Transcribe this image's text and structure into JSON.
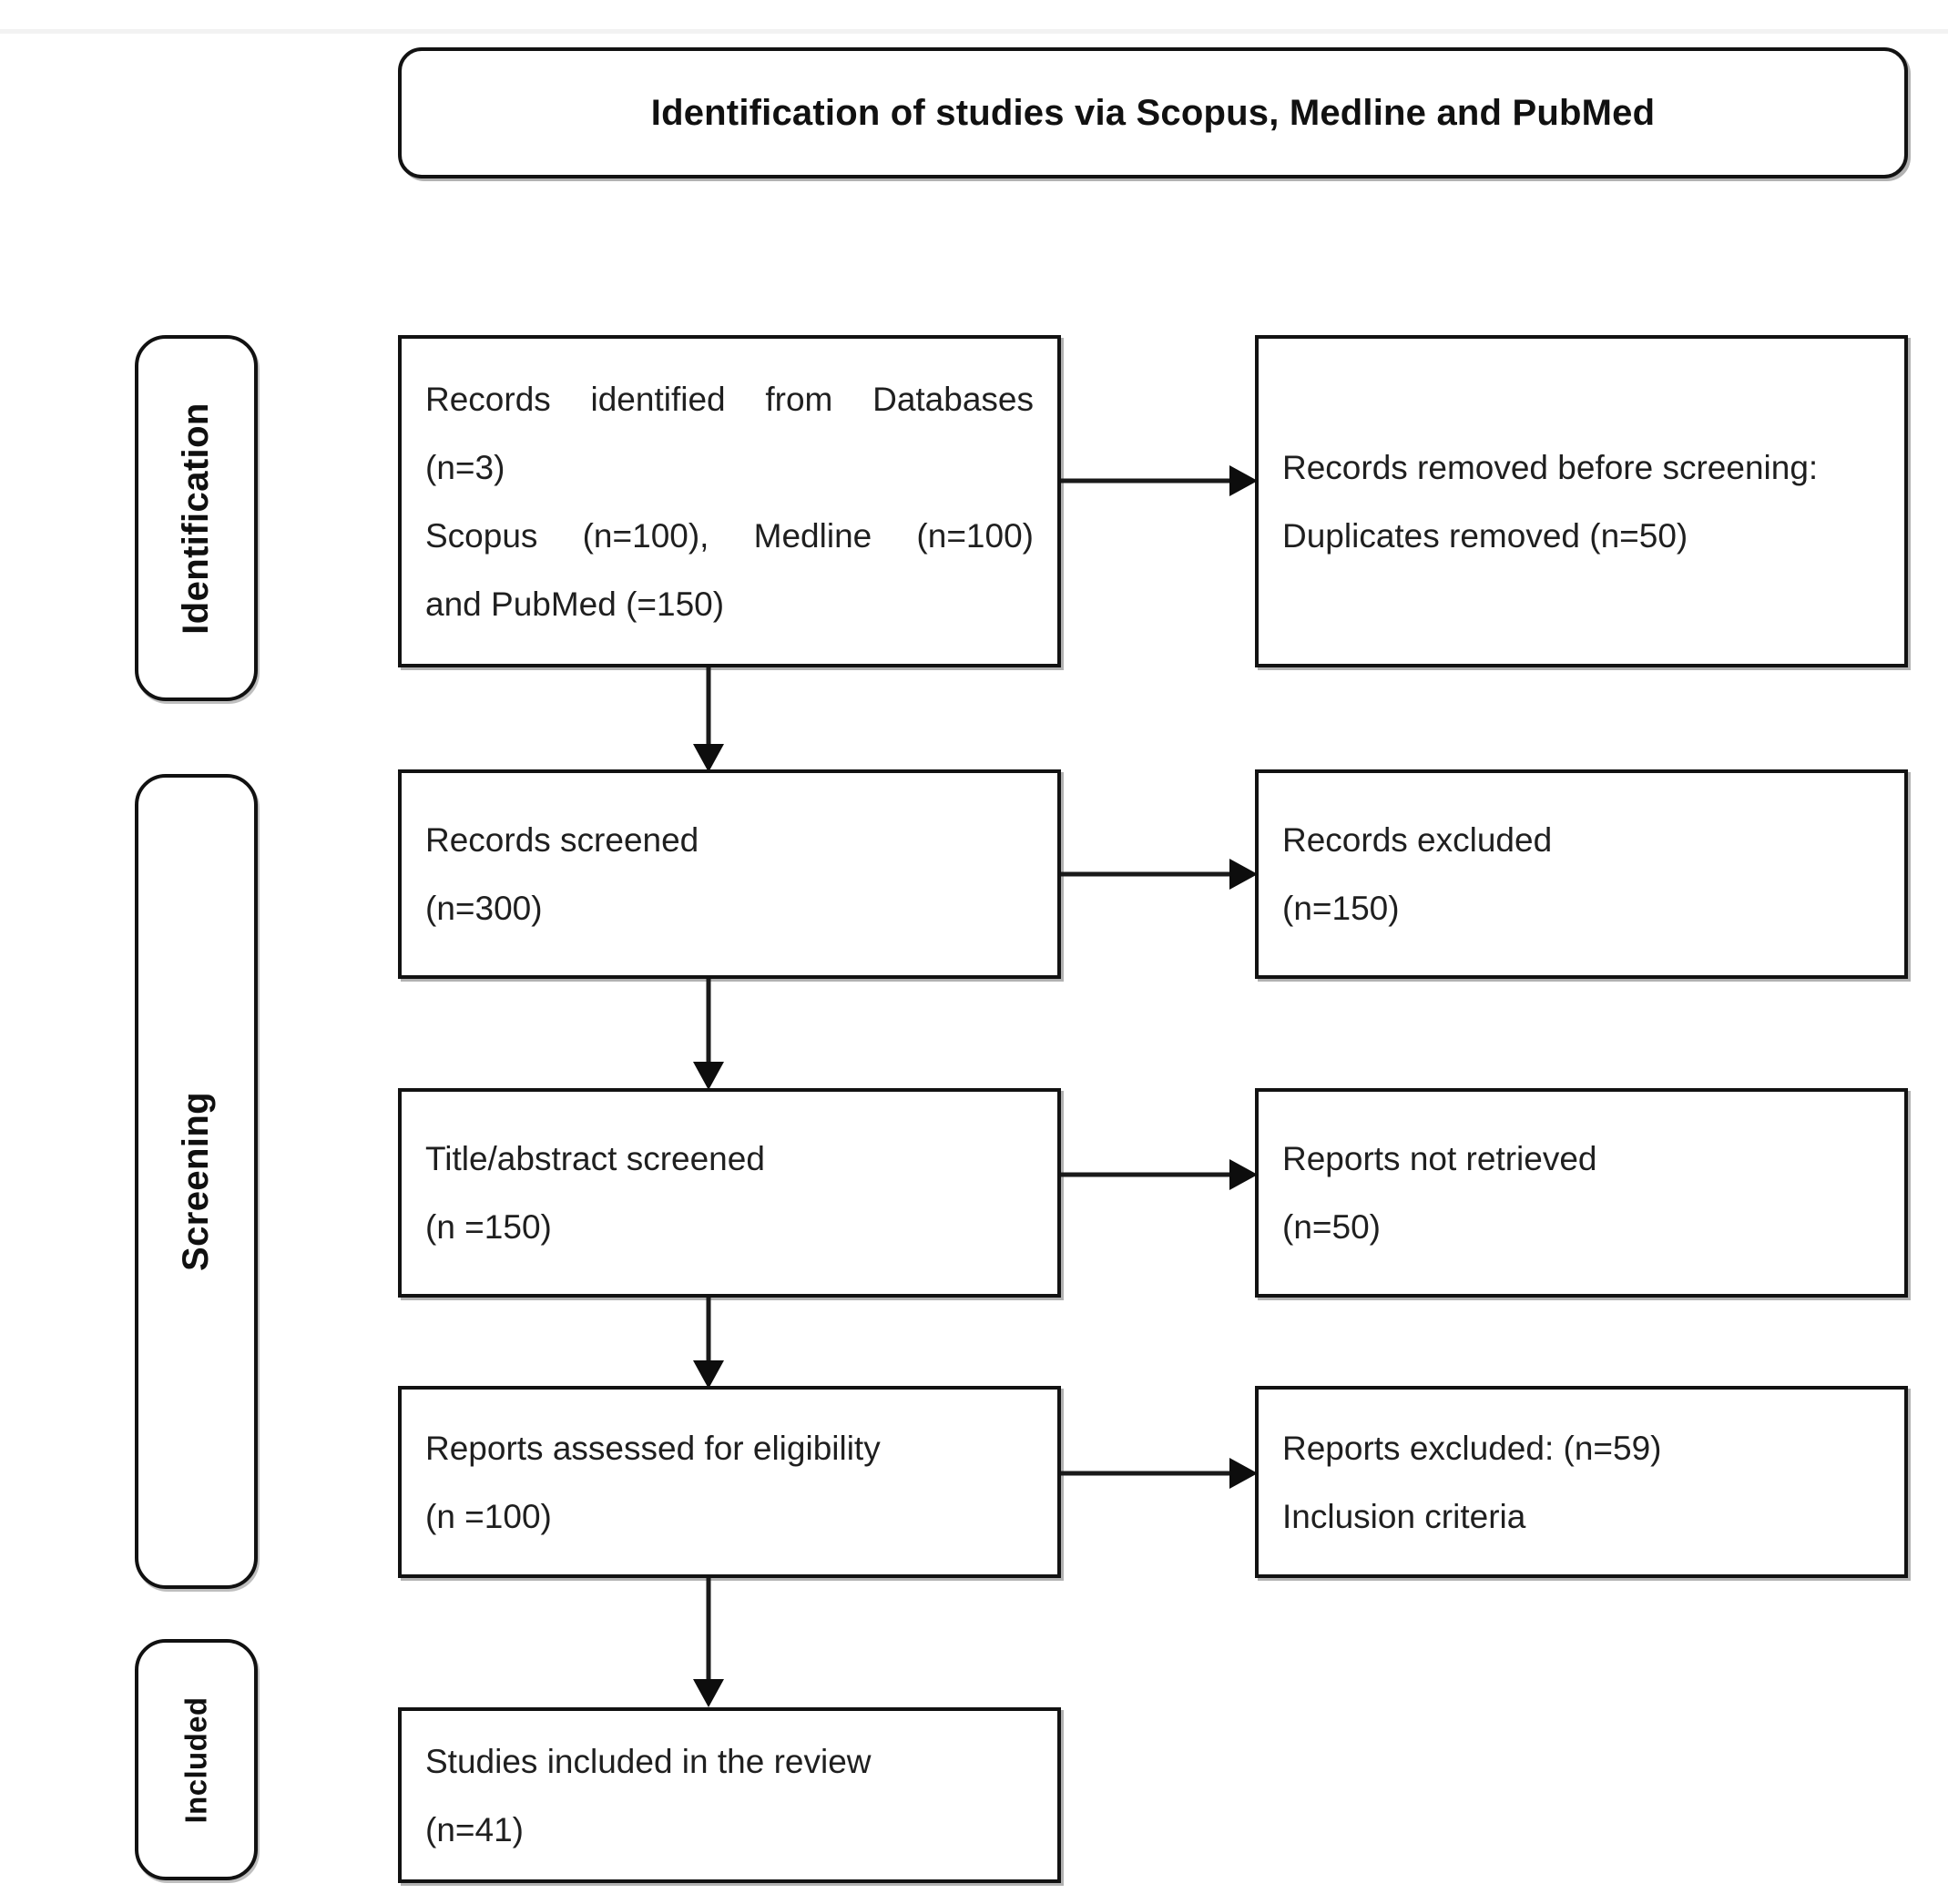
{
  "diagram": {
    "type": "prisma-flow-diagram",
    "header": {
      "title": "Identification of studies via Scopus, Medline and PubMed"
    },
    "stages": [
      {
        "id": "identification",
        "label": "Identification"
      },
      {
        "id": "screening",
        "label": "Screening"
      },
      {
        "id": "included",
        "label": "Included"
      }
    ],
    "nodes": {
      "records_identified": {
        "line1": "Records  identified  from  Databases",
        "line2": "(n=3)",
        "line3": "Scopus   (n=100),   Medline   (n=100)",
        "line4": "and PubMed (=150)"
      },
      "records_removed": {
        "line1": "Records removed before screening:",
        "line2": "Duplicates removed (n=50)"
      },
      "records_screened": {
        "line1": "Records screened",
        "line2": "(n=300)"
      },
      "records_excluded": {
        "line1": "Records excluded",
        "line2": "(n=150)"
      },
      "title_abstract_screened": {
        "line1": "Title/abstract screened",
        "line2": "(n =150)"
      },
      "reports_not_retrieved": {
        "line1": "Reports not retrieved",
        "line2": "(n=50)"
      },
      "reports_assessed": {
        "line1": "Reports assessed for eligibility",
        "line2": "(n =100)"
      },
      "reports_excluded": {
        "line1": "Reports excluded: (n=59)",
        "line2": "Inclusion criteria"
      },
      "studies_included": {
        "line1": "Studies included in the review",
        "line2": "(n=41)"
      }
    },
    "counts": {
      "databases": 3,
      "scopus": 100,
      "medline": 100,
      "pubmed": 150,
      "duplicates_removed": 50,
      "records_screened": 300,
      "records_excluded": 150,
      "title_abstract_screened": 150,
      "reports_not_retrieved": 50,
      "reports_assessed": 100,
      "reports_excluded": 59,
      "studies_included": 41
    },
    "colors": {
      "background": "#ffffff",
      "border": "#111111",
      "text": "#1f1f1f",
      "rule": "#f2f2f2"
    }
  }
}
